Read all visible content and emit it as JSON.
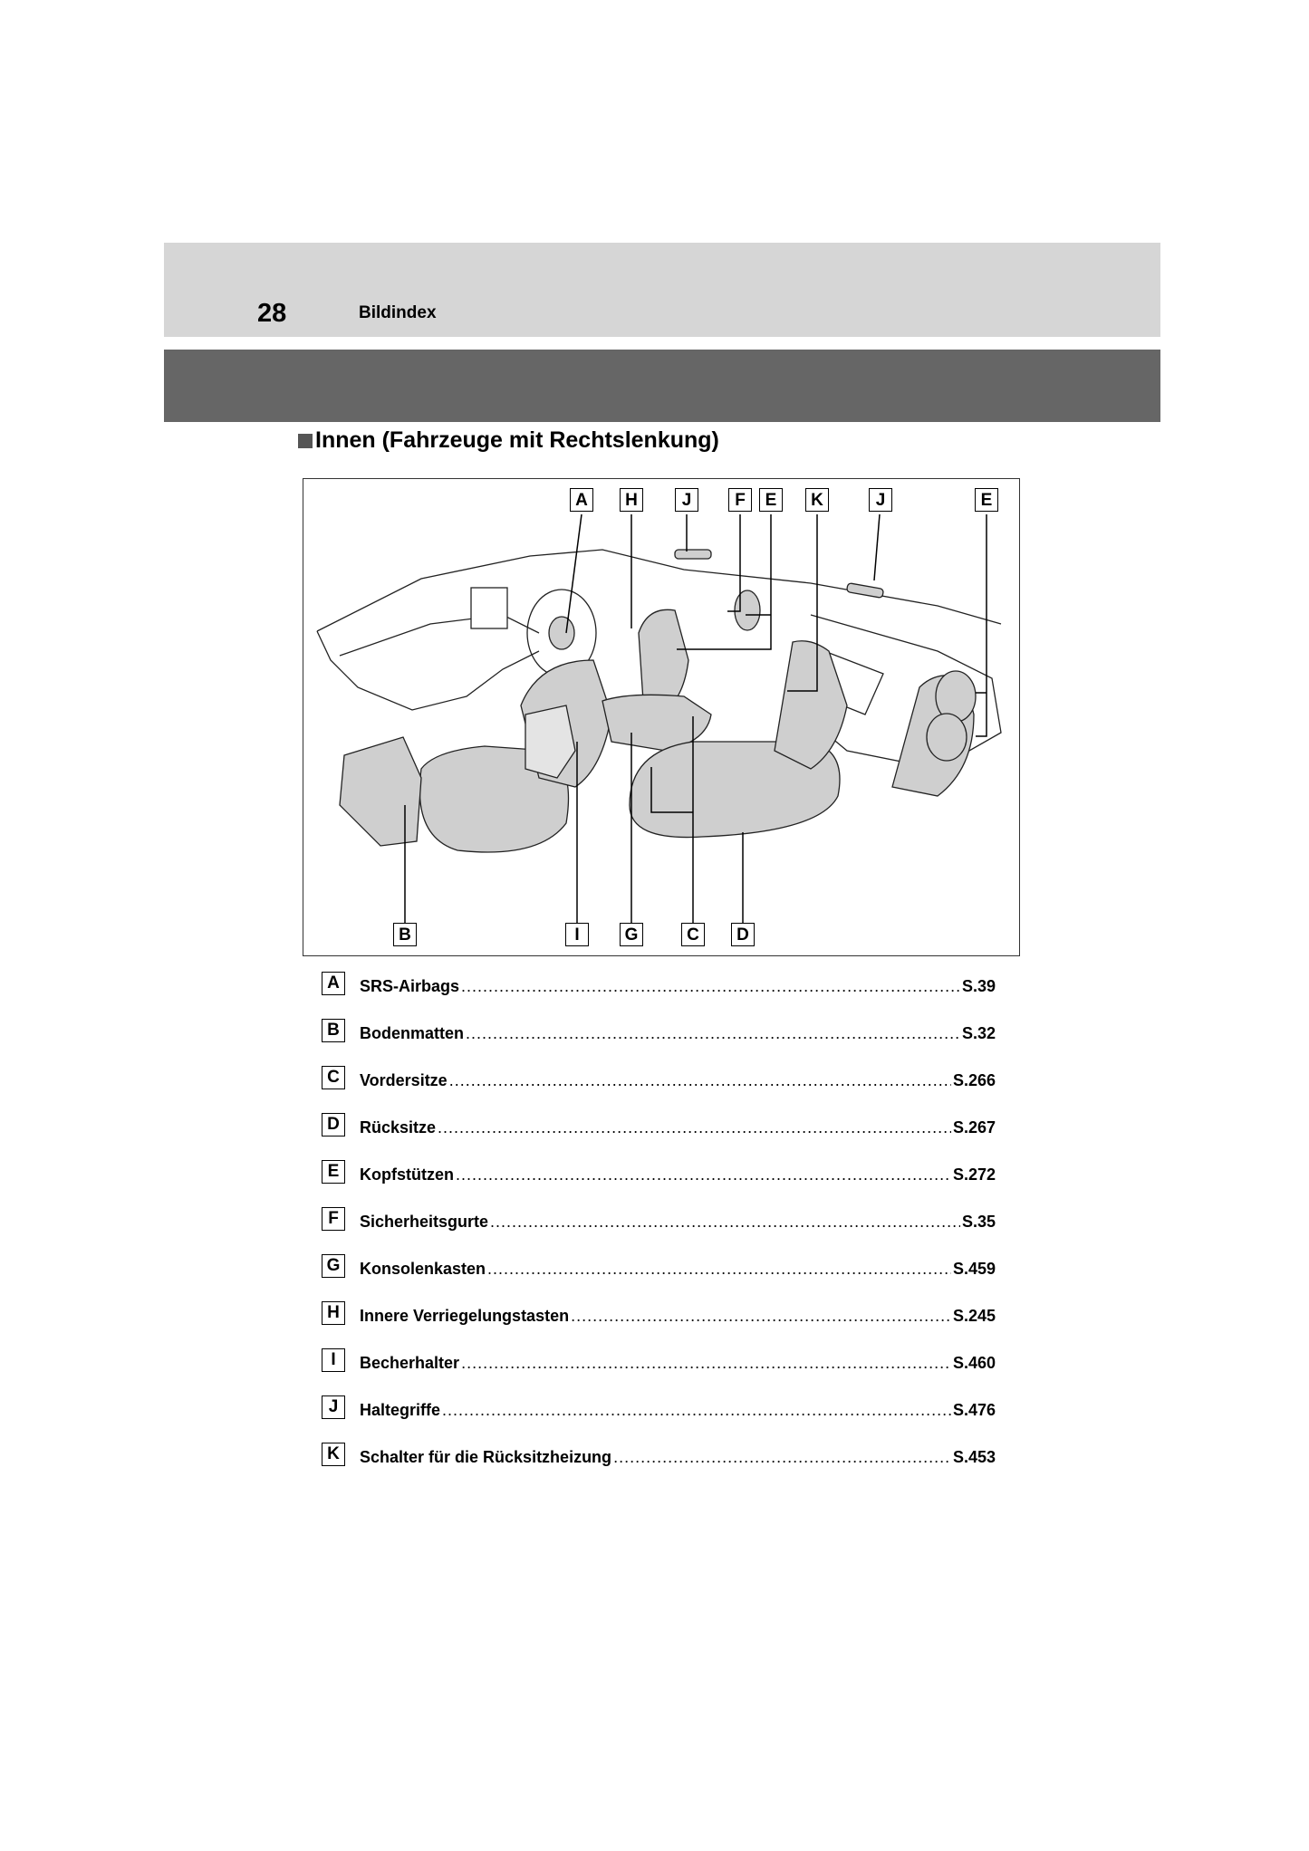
{
  "header": {
    "page_number": "28",
    "chapter_title": "Bildindex"
  },
  "section": {
    "heading": "Innen (Fahrzeuge mit Rechtslenkung)"
  },
  "figure": {
    "top_labels": [
      "A",
      "H",
      "J",
      "F",
      "E",
      "K",
      "J",
      "E"
    ],
    "bottom_labels": [
      "B",
      "I",
      "G",
      "C",
      "D"
    ]
  },
  "index": [
    {
      "letter": "A",
      "label": "SRS-Airbags",
      "page": "S.39"
    },
    {
      "letter": "B",
      "label": "Bodenmatten",
      "page": "S.32"
    },
    {
      "letter": "C",
      "label": "Vordersitze",
      "page": "S.266"
    },
    {
      "letter": "D",
      "label": "Rücksitze",
      "page": "S.267"
    },
    {
      "letter": "E",
      "label": "Kopfstützen",
      "page": "S.272"
    },
    {
      "letter": "F",
      "label": "Sicherheitsgurte",
      "page": "S.35"
    },
    {
      "letter": "G",
      "label": "Konsolenkasten",
      "page": "S.459"
    },
    {
      "letter": "H",
      "label": "Innere Verriegelungstasten",
      "page": "S.245"
    },
    {
      "letter": "I",
      "label": "Becherhalter",
      "page": "S.460"
    },
    {
      "letter": "J",
      "label": "Haltegriffe",
      "page": "S.476"
    },
    {
      "letter": "K",
      "label": "Schalter für die Rücksitzheizung",
      "page": "S.453"
    }
  ]
}
